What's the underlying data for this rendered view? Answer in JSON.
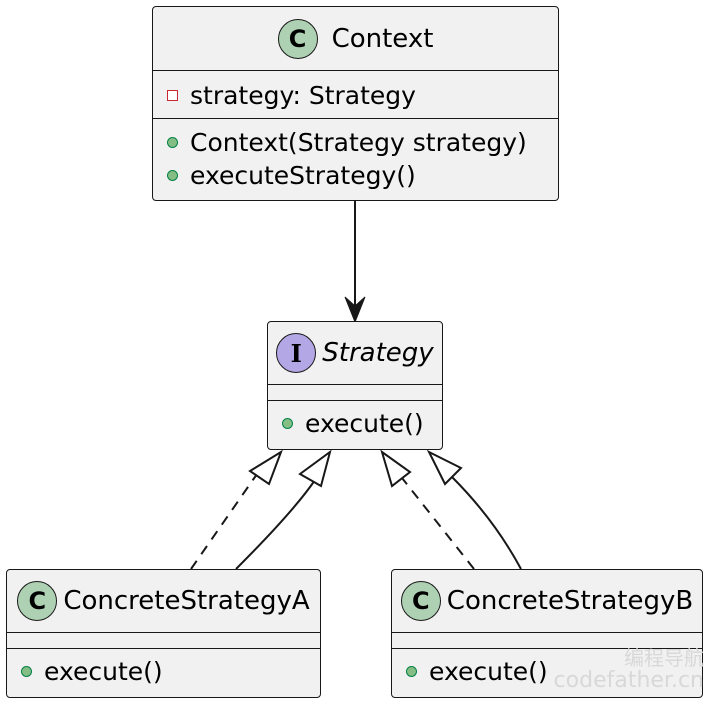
{
  "diagram": {
    "colors": {
      "box_fill": "#f1f1f1",
      "border": "#181818",
      "class_badge": "#add1b2",
      "interface_badge": "#b4a7e5",
      "public_dot_fill": "#84be84",
      "private_marker": "#c82930"
    },
    "classes": {
      "context": {
        "badge": "C",
        "name": "Context",
        "attributes": [
          {
            "visibility": "private",
            "text": "strategy: Strategy"
          }
        ],
        "methods": [
          {
            "visibility": "public",
            "text": "Context(Strategy strategy)"
          },
          {
            "visibility": "public",
            "text": "executeStrategy()"
          }
        ]
      },
      "strategy": {
        "badge": "I",
        "name": "Strategy",
        "stereotype": "interface",
        "attributes": [],
        "methods": [
          {
            "visibility": "public",
            "text": "execute()"
          }
        ]
      },
      "concrete_a": {
        "badge": "C",
        "name": "ConcreteStrategyA",
        "attributes": [],
        "methods": [
          {
            "visibility": "public",
            "text": "execute()"
          }
        ]
      },
      "concrete_b": {
        "badge": "C",
        "name": "ConcreteStrategyB",
        "attributes": [],
        "methods": [
          {
            "visibility": "public",
            "text": "execute()"
          }
        ]
      }
    },
    "relations": [
      {
        "from": "Context",
        "to": "Strategy",
        "type": "association"
      },
      {
        "from": "ConcreteStrategyA",
        "to": "Strategy",
        "type": "realization"
      },
      {
        "from": "ConcreteStrategyA",
        "to": "Strategy",
        "type": "generalization"
      },
      {
        "from": "ConcreteStrategyB",
        "to": "Strategy",
        "type": "realization"
      },
      {
        "from": "ConcreteStrategyB",
        "to": "Strategy",
        "type": "generalization"
      }
    ]
  },
  "watermark": {
    "line1": "编程导航",
    "line2": "codefather.cn"
  }
}
